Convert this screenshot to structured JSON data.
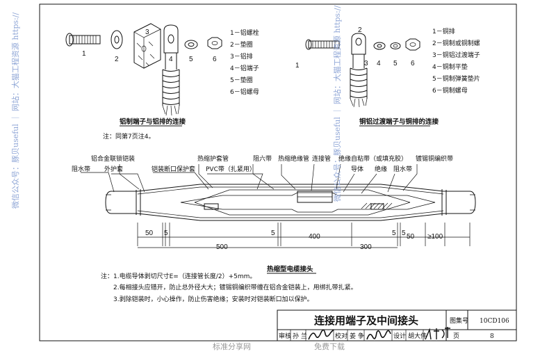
{
  "left_figure": {
    "part_numbers": [
      "1",
      "2",
      "3",
      "4",
      "5",
      "6"
    ],
    "legend": [
      "1－铝螺栓",
      "2－垫圈",
      "3－铝排",
      "4－铝端子",
      "5－垫圈",
      "6－铝螺母"
    ],
    "caption": "铝制端子与铝排的连接",
    "note": "注：同第7页注4。"
  },
  "right_figure": {
    "part_numbers": [
      "1",
      "2",
      "3",
      "4",
      "5",
      "6"
    ],
    "legend": [
      "1－铜排",
      "2－铜制或铜制螺",
      "3－铜铝过渡端子",
      "4－铜制平垫",
      "5－铜制弹簧垫片",
      "6－铜制螺母"
    ],
    "caption": "铜铝过渡端子与铜排的连接"
  },
  "joint": {
    "labels": {
      "armor_clip": "铝合金联锁铠装",
      "water_block_left": "阻水带",
      "outer_sheath": "外护套",
      "armor_break": "铠装断口保护套",
      "shrink_tube": "热缩护套管",
      "pvc_tape": "PVC带（扎紧用）",
      "resistance_tape": "阻六带",
      "insulation_tube": "热缩绝缘管",
      "connector": "连接管",
      "self_adhesive": "绝缘自粘带（或填充胶）",
      "conductor": "导体",
      "insulation": "绝缘",
      "water_block_right": "阻水带",
      "tinned_braid": "镀锡铜编织带"
    },
    "dimensions": {
      "d50_left": "50",
      "d5_left": "5",
      "d5_left2": "5",
      "d500": "500",
      "d5_mid": "5",
      "d400": "400",
      "d300": "300",
      "d5_right": "5",
      "d50_right": "50",
      "d100": "≥100"
    },
    "caption": "热缩型电缆接头"
  },
  "notes": [
    "注：1.电缆导体剥切尺寸E=（连接管长度/2）+5mm。",
    "2.每相接头应错开，防止总外径大大；镀锡铜编织带缠在铝合金铠装上，用绑扎带扎紧。",
    "3.剥除铠装时，小心操作，防止伤害绝缘；安装时对铠装断口加以保护。"
  ],
  "title_block": {
    "title": "连接用端子及中间接头",
    "atlas_label": "图集号",
    "atlas_no": "10CD106",
    "review_label": "审核",
    "reviewer": "孙 兰",
    "check_label": "校对",
    "checker": "姜 争",
    "design_label": "设计",
    "designer": "胡大伟",
    "page_label": "页",
    "page_no": "8"
  },
  "watermarks": {
    "left_vertical": "微信公众号：豚贝useful ｜ 网站：大猫工程资源 https://",
    "center_vertical": "微信公众号：豚贝useful ｜ 网站：大猫工程资源 https://",
    "bottom_left": "标准分享网",
    "bottom_right": "免费下载"
  }
}
